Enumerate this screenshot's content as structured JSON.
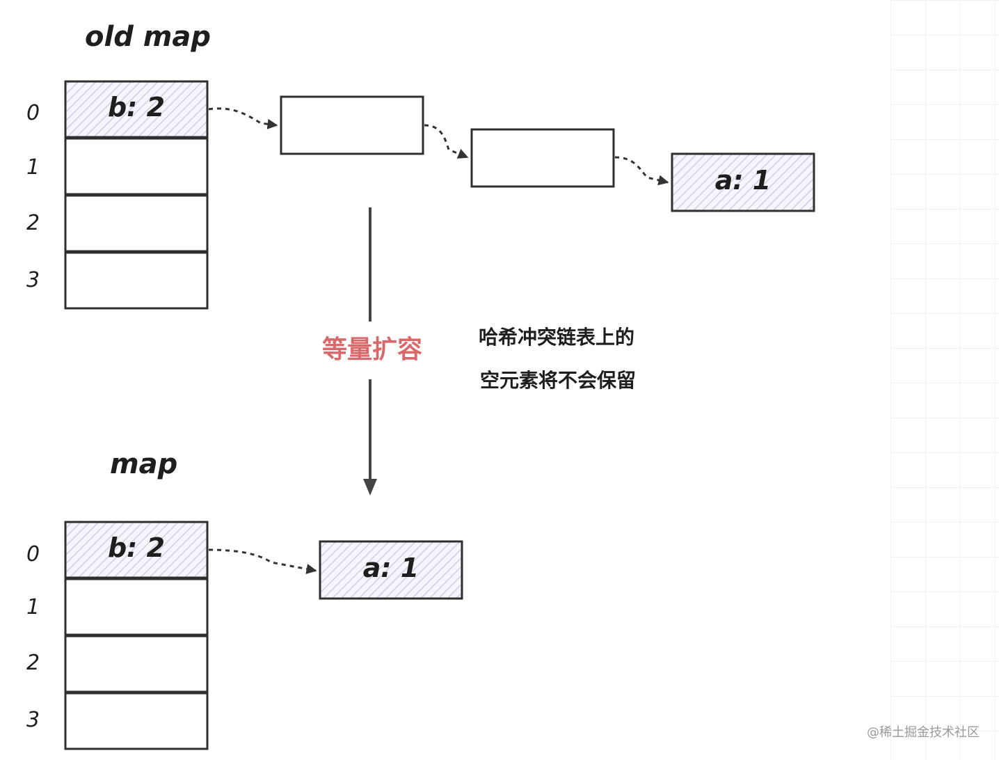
{
  "old_map": {
    "title": "old map",
    "indices": [
      "0",
      "1",
      "2",
      "3"
    ],
    "bucket0_entry": "b: 2",
    "chain_end_entry": "a: 1"
  },
  "operation_label": "等量扩容",
  "note": {
    "line1": "哈希冲突链表上的",
    "line2": "空元素将不会保留"
  },
  "new_map": {
    "title": "map",
    "indices": [
      "0",
      "1",
      "2",
      "3"
    ],
    "bucket0_entry": "b: 2",
    "chain_entry": "a: 1"
  },
  "watermark": "@稀土掘金技术社区",
  "colors": {
    "operation_label": "#d9686a",
    "stroke": "#2f2f2f",
    "hatch": "#c8c8de"
  }
}
